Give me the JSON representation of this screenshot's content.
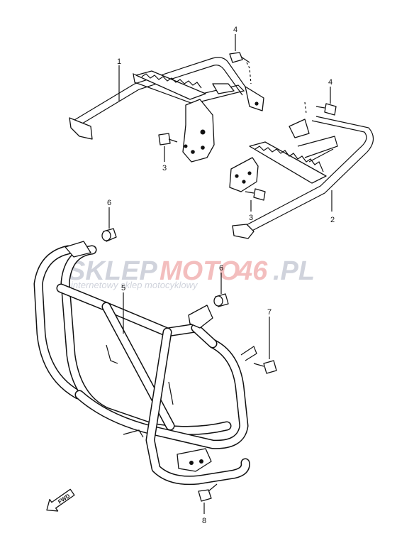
{
  "callouts": [
    {
      "id": "c1",
      "text": "1"
    },
    {
      "id": "c2",
      "text": "2"
    },
    {
      "id": "c3a",
      "text": "3"
    },
    {
      "id": "c3b",
      "text": "3"
    },
    {
      "id": "c4a",
      "text": "4"
    },
    {
      "id": "c4b",
      "text": "4"
    },
    {
      "id": "c5",
      "text": "5"
    },
    {
      "id": "c6a",
      "text": "6"
    },
    {
      "id": "c6b",
      "text": "6"
    },
    {
      "id": "c7",
      "text": "7"
    },
    {
      "id": "c8",
      "text": "8"
    }
  ],
  "watermark": {
    "brand_part1": "SKLEP",
    "brand_part2": "MOTO",
    "brand_part3": "46",
    "brand_part4": ".PL",
    "tagline": "internetowy sklep motocyklowy",
    "colors": {
      "dark": "#c8ccd6",
      "accent": "#f2b3b3"
    }
  },
  "fwd_arrow": {
    "text": "FWD"
  }
}
